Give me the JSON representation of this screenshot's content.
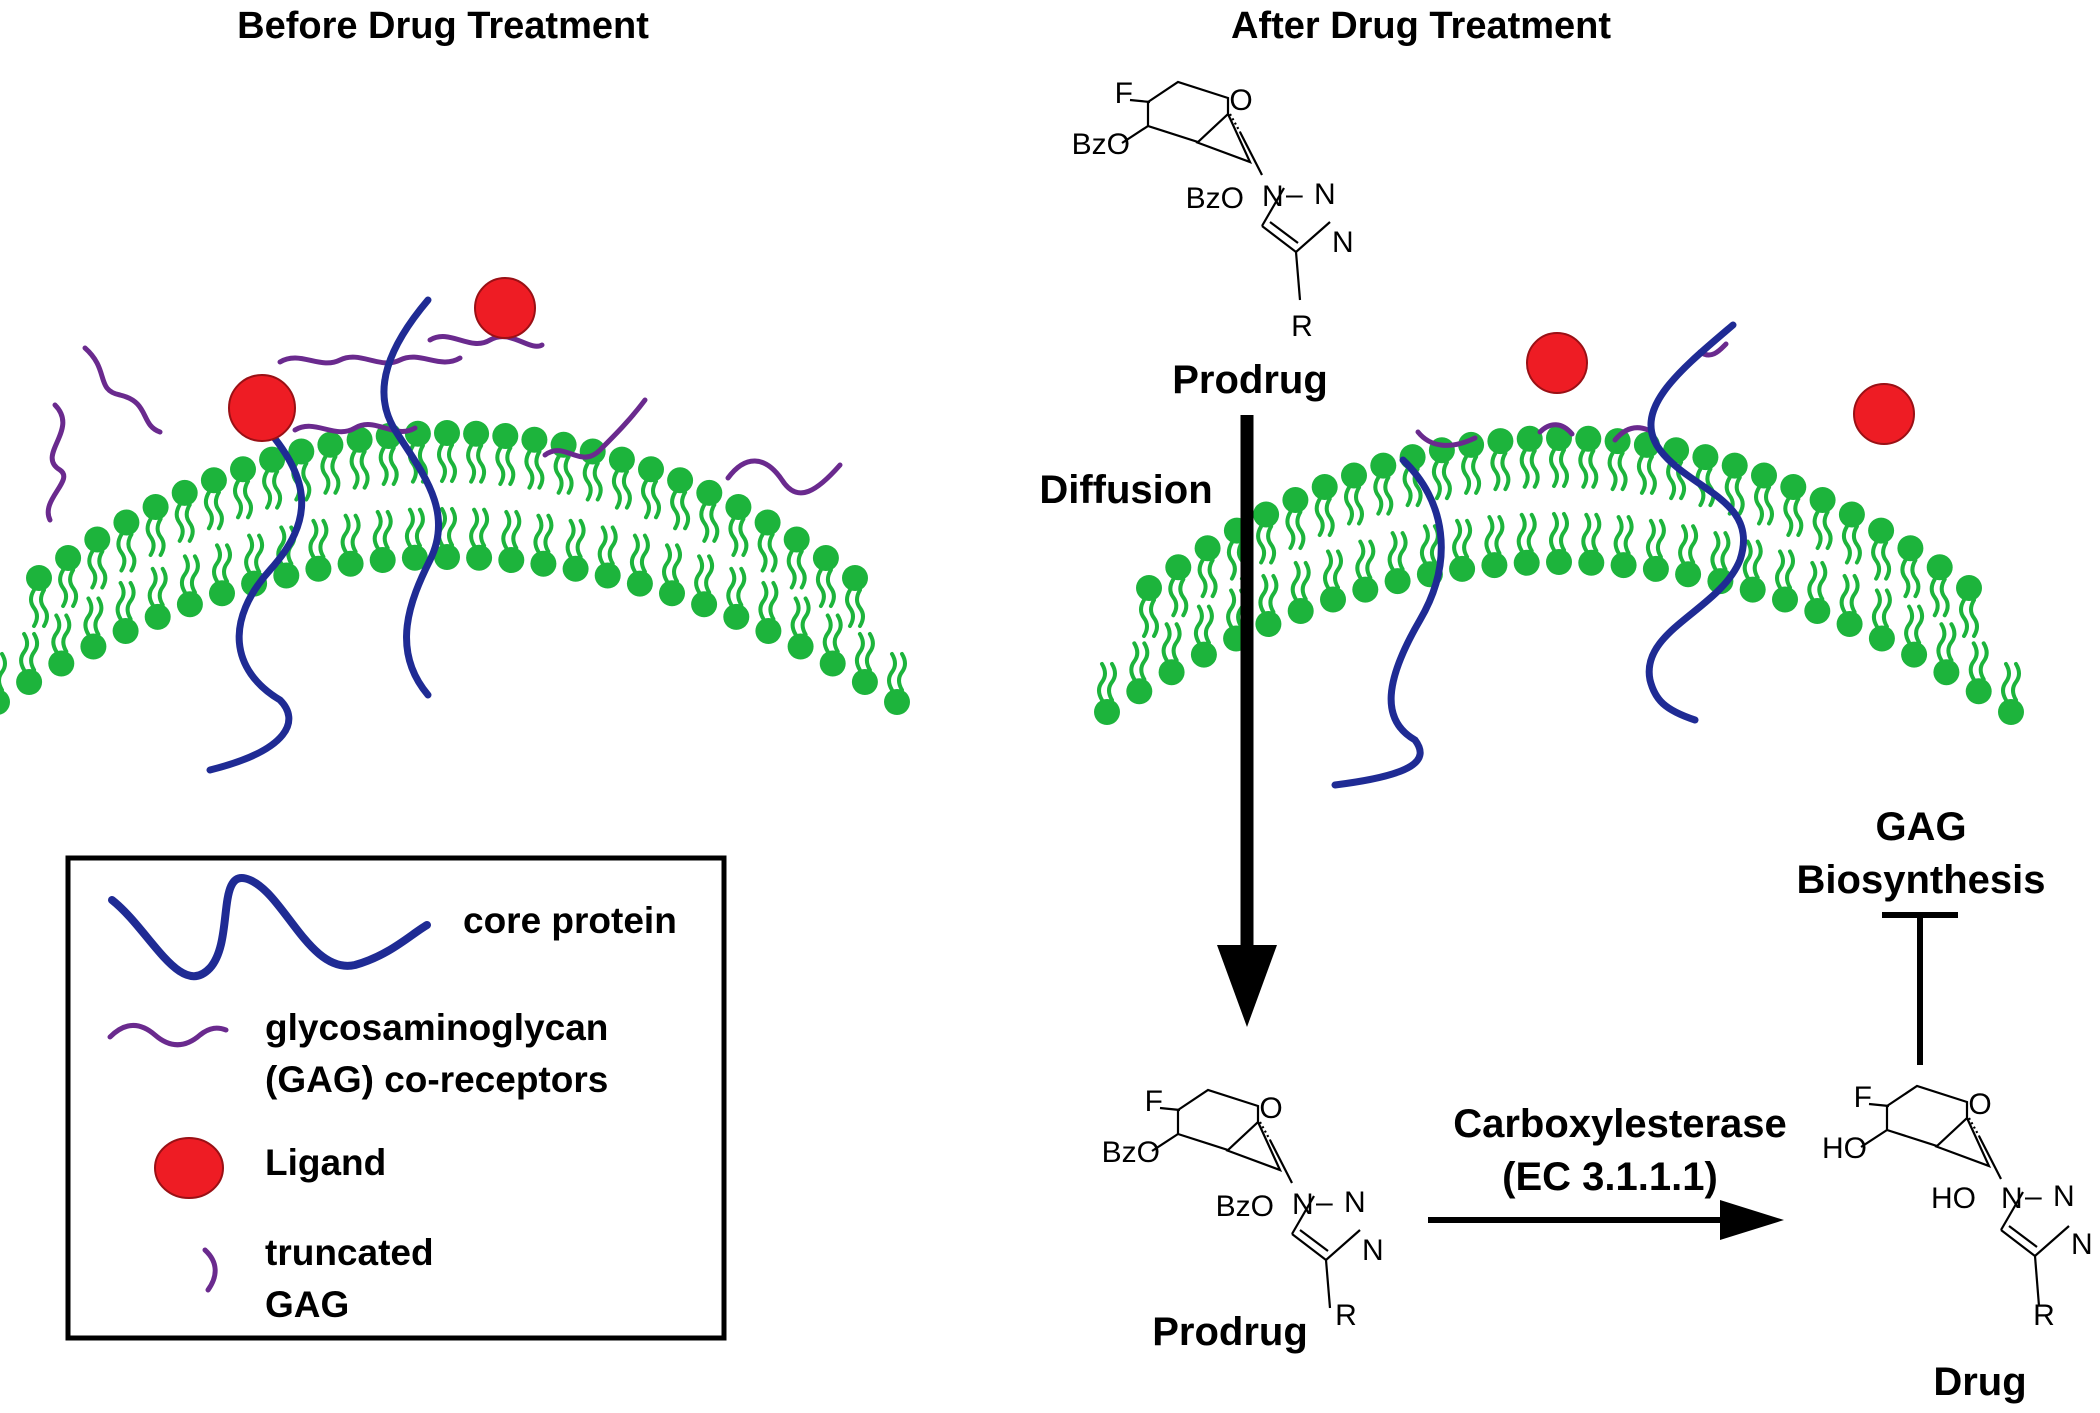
{
  "titles": {
    "before": "Before Drug Treatment",
    "after": "After Drug Treatment"
  },
  "labels": {
    "prodrug_top": "Prodrug",
    "diffusion": "Diffusion",
    "gag_line1": "GAG",
    "gag_line2": "Biosynthesis",
    "prodrug_bottom": "Prodrug",
    "enzyme_line1": "Carboxylesterase",
    "enzyme_line2": "(EC 3.1.1.1)",
    "drug": "Drug"
  },
  "prodrug_structure": {
    "f": "F",
    "o_ring": "O",
    "bzo_upper": "BzO",
    "bzo_lower": "BzO",
    "n1": "N",
    "dash": "–",
    "n2": "N",
    "n3": "N",
    "r": "R"
  },
  "drug_structure": {
    "f": "F",
    "o_ring": "O",
    "ho_upper": "HO",
    "ho_lower": "HO",
    "n1": "N",
    "dash": "–",
    "n2": "N",
    "n3": "N",
    "r": "R"
  },
  "legend": {
    "core_protein": "core protein",
    "gag_line1": "glycosaminoglycan",
    "gag_line2": "(GAG) co-receptors",
    "ligand": "Ligand",
    "truncated_line1": "truncated",
    "truncated_line2": "GAG"
  },
  "colors": {
    "lipid": "#1db43c",
    "core_protein": "#1f2b94",
    "gag": "#6a2a8e",
    "ligand": "#ee1c24",
    "ink": "#000000"
  }
}
